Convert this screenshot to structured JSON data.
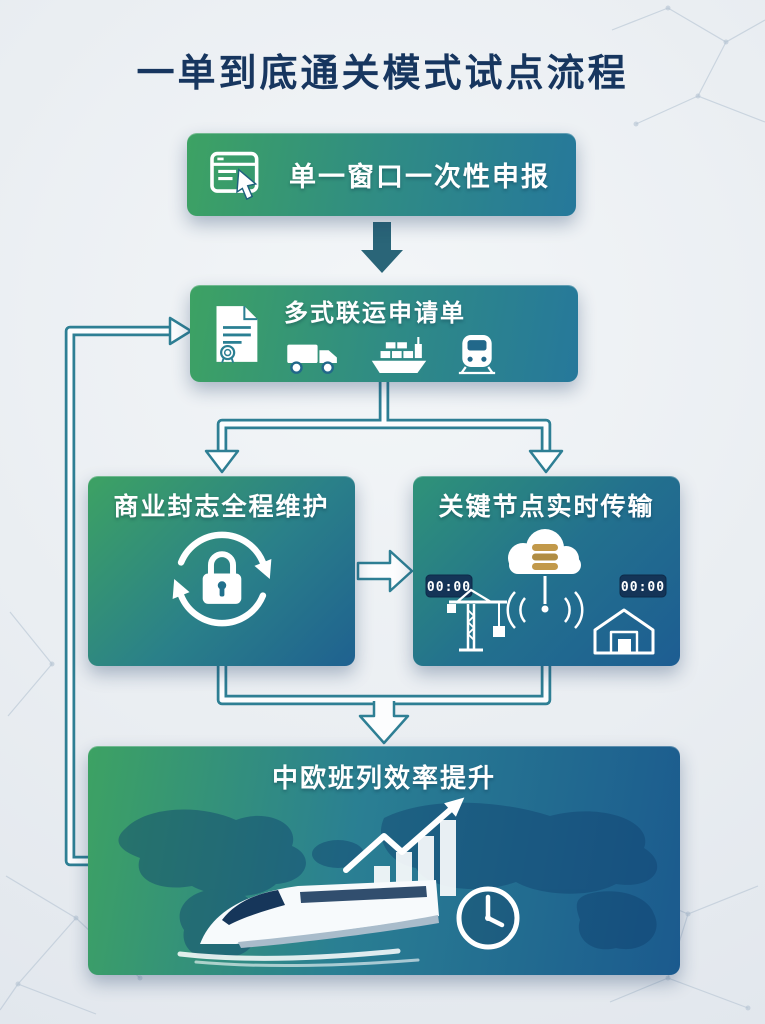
{
  "title": "一单到底通关模式试点流程",
  "flow": {
    "declare": {
      "label": "单一窗口一次性申报"
    },
    "form": {
      "label": "多式联运申请单"
    },
    "seal": {
      "label": "商业封志全程维护"
    },
    "transmit": {
      "label": "关键节点实时传输",
      "clock_left": "00:00",
      "clock_right": "00:00"
    },
    "result": {
      "label": "中欧班列效率提升"
    }
  },
  "icons": {
    "declare": "browser-window-cursor-icon",
    "form": [
      "document-seal-icon",
      "truck-icon",
      "cargo-ship-icon",
      "train-front-icon"
    ],
    "seal": "padlock-sync-icon",
    "transmit": [
      "cloud-database-icon",
      "digital-clock-left",
      "digital-clock-right",
      "tower-crane-icon",
      "warehouse-icon",
      "signal-waves-icon"
    ],
    "result": [
      "world-map",
      "growth-chart-icon",
      "high-speed-train-icon",
      "clock-icon"
    ]
  },
  "colors": {
    "background": "#ecf0f3",
    "title_text": "#17365f",
    "box_gradient_green": "#3da263",
    "box_gradient_blue": "#1f6190",
    "arrow_solid": "#2a6578",
    "arrow_outline": "#2e7f94",
    "clock_background": "#143457"
  }
}
